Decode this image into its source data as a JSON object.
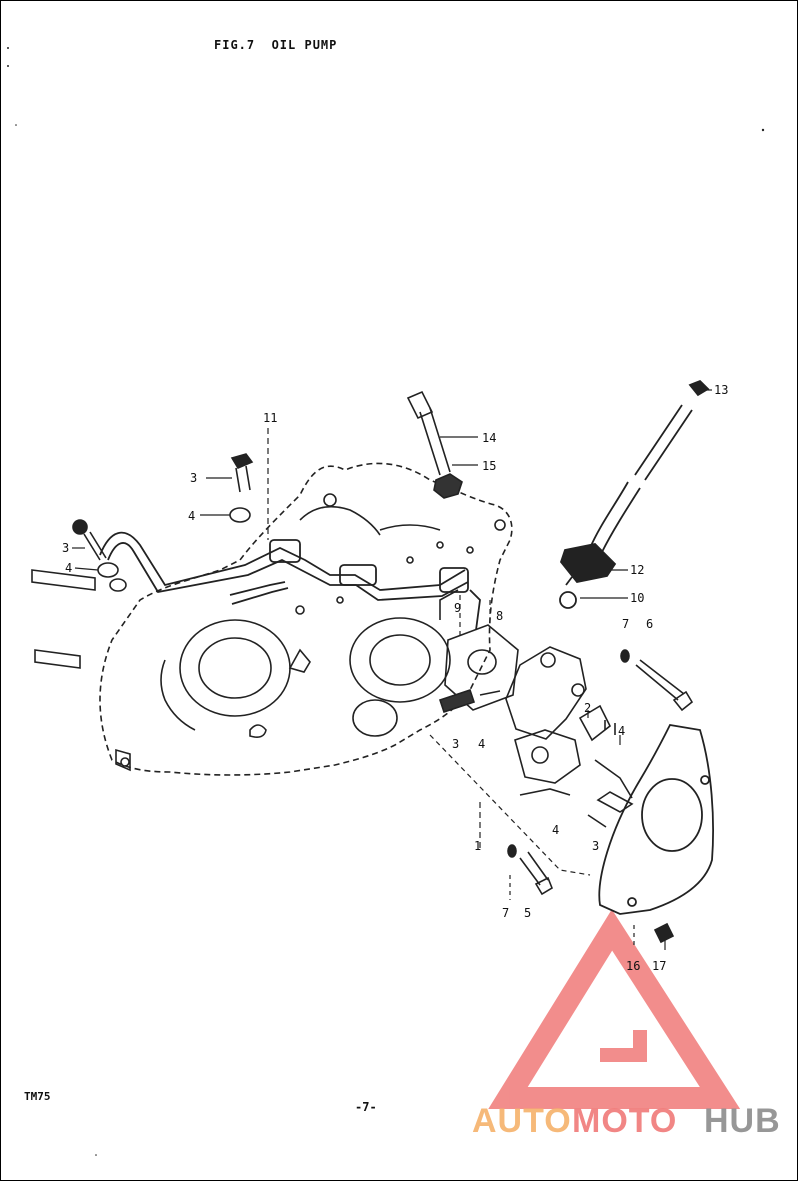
{
  "header": {
    "title": "FIG.7  OIL PUMP"
  },
  "footer": {
    "model_code": "TM75",
    "page_number": "-7-"
  },
  "callouts": {
    "c1": "1",
    "c2": "2",
    "c3a": "3",
    "c3b": "3",
    "c3c": "3",
    "c3d": "3",
    "c4a": "4",
    "c4b": "4",
    "c4c": "4",
    "c4d": "4",
    "c4e": "4",
    "c5": "5",
    "c6": "6",
    "c7a": "7",
    "c7b": "7",
    "c8": "8",
    "c9": "9",
    "c10": "10",
    "c11": "11",
    "c12": "12",
    "c13": "13",
    "c14": "14",
    "c15": "15",
    "c16": "16",
    "c17": "17"
  },
  "watermark": {
    "part1": "AUTO",
    "part2": "MOTO",
    "part3": "HUB",
    "colors": {
      "orange": "#f6b26b",
      "red": "#f07a78",
      "gray": "#8c8c8c"
    }
  }
}
